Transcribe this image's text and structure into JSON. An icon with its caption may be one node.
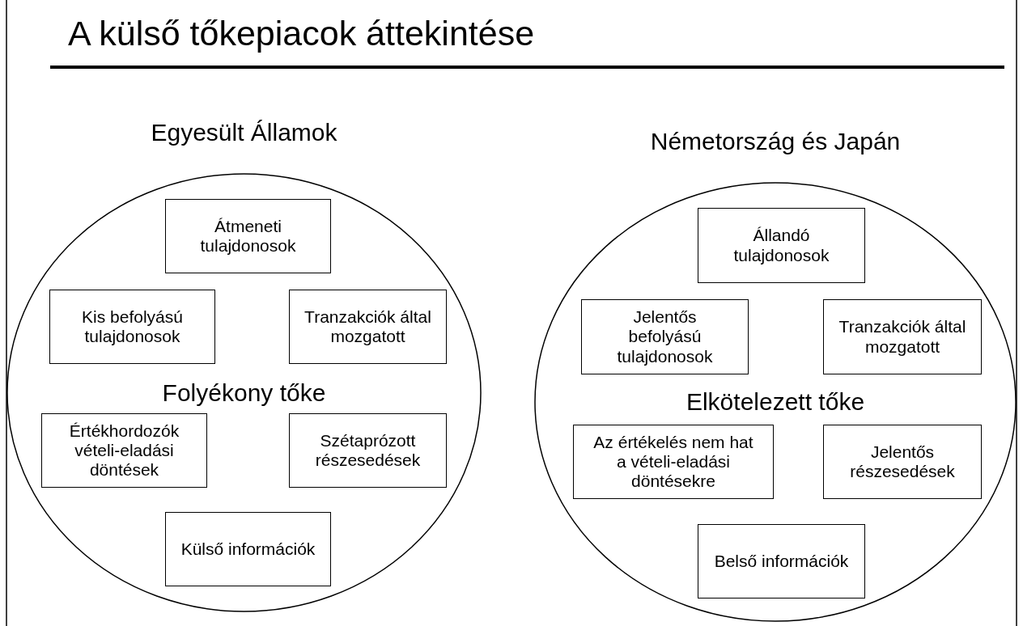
{
  "diagram": {
    "title": "A külső tőkepiacok áttekintése",
    "nodes": [
      {
        "text": [
          "Egyesült Államok",
          "Folyékony tőke"
        ]
      },
      {
        "text": [
          "Átmeneti tulajdonosok"
        ],
        "in": 0
      },
      {
        "text": [
          "Kis befolyású tulajdonosok"
        ],
        "in": 0
      },
      {
        "text": [
          "Tranzakciók által mozgatott"
        ],
        "in": 0
      },
      {
        "text": [
          "Értékhordozók vételi-eladási döntések"
        ],
        "in": 0
      },
      {
        "text": [
          "Szétaprózott részesedések"
        ],
        "in": 0
      },
      {
        "text": [
          "Külső információk"
        ],
        "in": 0
      },
      {
        "text": [
          "Németország és Japán",
          "Elkötelezett tőke"
        ]
      },
      {
        "text": [
          "Állandó tulajdonosok"
        ],
        "in": 7
      },
      {
        "text": [
          "Jelentős befolyású tulajdonosok"
        ],
        "in": 7
      },
      {
        "text": [
          "Tranzakciók által mozgatott"
        ],
        "in": 7
      },
      {
        "text": [
          "Az értékelés nem hat a vételi-eladási döntésekre"
        ],
        "in": 7
      },
      {
        "text": [
          "Jelentős részesedések"
        ],
        "in": 7
      },
      {
        "text": [
          "Belső információk"
        ],
        "in": 7
      }
    ]
  }
}
